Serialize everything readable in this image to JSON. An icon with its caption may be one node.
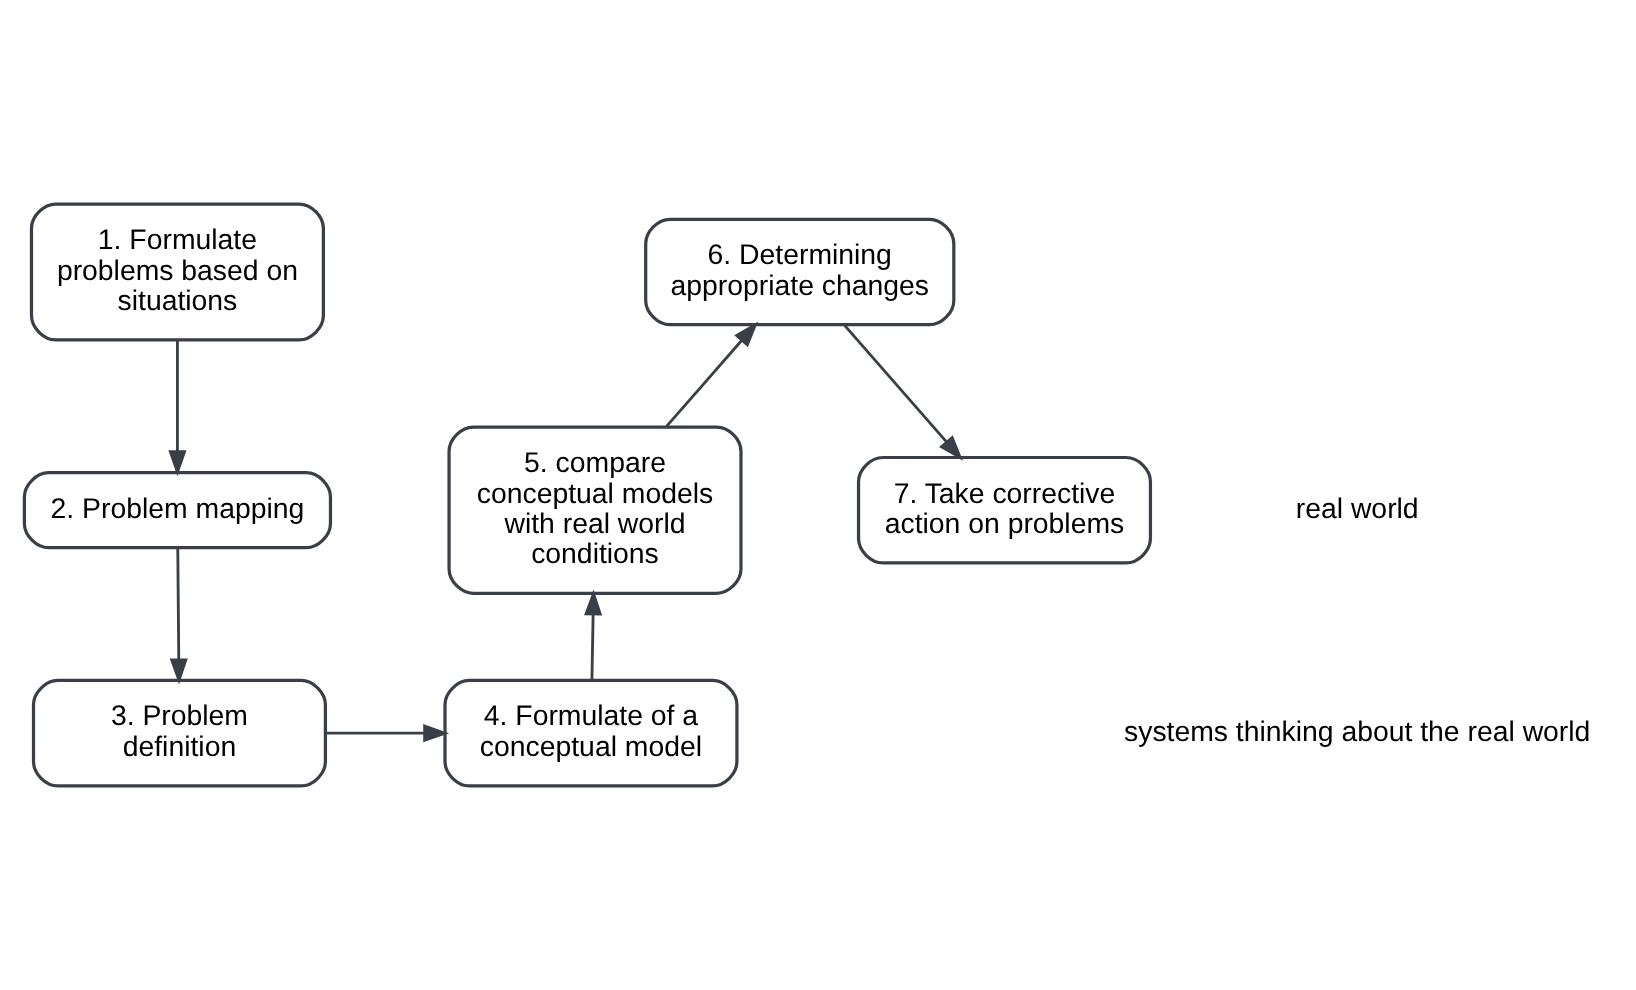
{
  "diagram": {
    "nodes": [
      {
        "text": [
          "1. Formulate problems based on situations"
        ]
      },
      {
        "text": [
          "2. Problem mapping"
        ]
      },
      {
        "text": [
          "3. Problem definition"
        ]
      },
      {
        "text": [
          "4. Formulate of a conceptual model"
        ]
      },
      {
        "text": [
          "5. compare conceptual models with real world conditions"
        ]
      },
      {
        "text": [
          "6. Determining appropriate changes"
        ]
      },
      {
        "text": [
          "7. Take corrective action on problems"
        ]
      }
    ],
    "edges": [
      {
        "from": 0,
        "to": 1,
        "arrow": "to"
      },
      {
        "from": 1,
        "to": 2,
        "arrow": "to"
      },
      {
        "from": 2,
        "to": 3,
        "arrow": "to"
      },
      {
        "from": 3,
        "to": 4,
        "arrow": "to"
      },
      {
        "from": 4,
        "to": 5,
        "arrow": "to"
      },
      {
        "from": 5,
        "to": 6,
        "arrow": "to"
      }
    ],
    "labels": [
      "real world",
      "systems thinking about the real world"
    ]
  }
}
